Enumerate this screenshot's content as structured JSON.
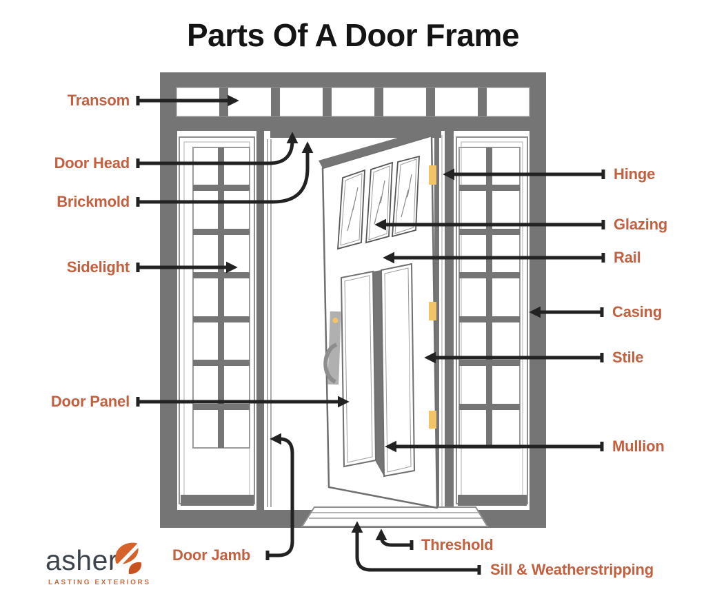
{
  "title": "Parts Of A Door Frame",
  "labels": {
    "transom": "Transom",
    "door_head": "Door Head",
    "brickmold": "Brickmold",
    "sidelight": "Sidelight",
    "door_panel": "Door Panel",
    "door_jamb": "Door Jamb",
    "hinge": "Hinge",
    "glazing": "Glazing",
    "rail": "Rail",
    "casing": "Casing",
    "stile": "Stile",
    "mullion": "Mullion",
    "threshold": "Threshold",
    "sill": "Sill & Weatherstripping"
  },
  "logo": {
    "name": "asher",
    "tagline": "LASTING EXTERIORS"
  },
  "colors": {
    "label_accent": "#C2603F",
    "frame_gray": "#757575",
    "arrow_black": "#222222",
    "hinge_gold": "#F2C468",
    "logo_orange": "#D4622A",
    "logo_dark": "#3C434A"
  }
}
